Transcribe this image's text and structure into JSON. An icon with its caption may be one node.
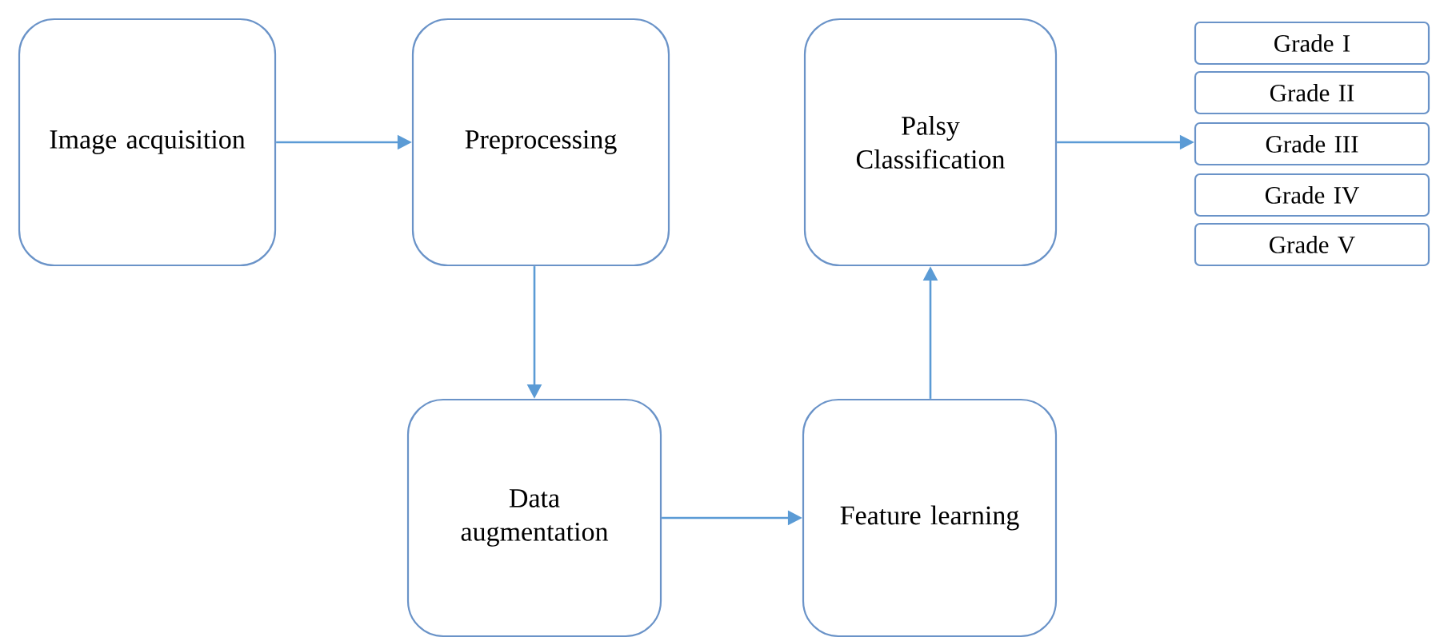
{
  "diagram": {
    "nodes": [
      {
        "text": [
          "Image acquisition"
        ]
      },
      {
        "text": [
          "Preprocessing"
        ]
      },
      {
        "text": [
          "Palsy Classification"
        ]
      },
      {
        "text": [
          "Grade I"
        ]
      },
      {
        "text": [
          "Grade II"
        ]
      },
      {
        "text": [
          "Grade III"
        ]
      },
      {
        "text": [
          "Grade IV"
        ]
      },
      {
        "text": [
          "Grade V"
        ]
      },
      {
        "text": [
          "Data augmentation"
        ]
      },
      {
        "text": [
          "Feature learning"
        ]
      }
    ],
    "edges": [
      {
        "from": 0,
        "to": 1,
        "arrow": "to"
      },
      {
        "from": 1,
        "to": 8,
        "arrow": "to"
      },
      {
        "from": 8,
        "to": 9,
        "arrow": "to"
      },
      {
        "from": 9,
        "to": 2,
        "arrow": "to"
      },
      {
        "from": 2,
        "to": 5,
        "arrow": "to"
      }
    ]
  }
}
